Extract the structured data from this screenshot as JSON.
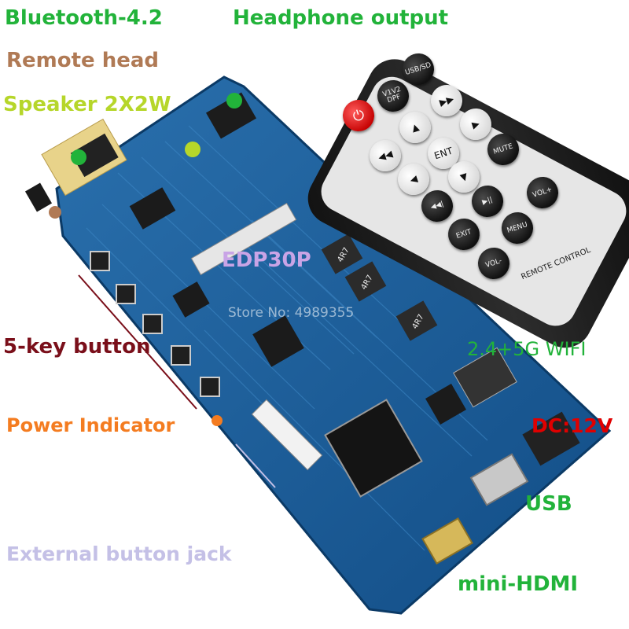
{
  "labels": {
    "bluetooth": "Bluetooth-4.2",
    "headphone": "Headphone output",
    "remote_head": "Remote head",
    "speaker": "Speaker 2X2W",
    "edp": "EDP30P",
    "store": "Store No: 4989355",
    "five_key": "5-key button",
    "wifi": "2.4+5G WIFI",
    "power_indicator": "Power Indicator",
    "dc": "DC:12V",
    "usb": "USB",
    "external_jack": "External button jack",
    "mini_hdmi": "mini-HDMI"
  },
  "board_marks": {
    "inductor_1": "4R7",
    "inductor_2": "4R7",
    "inductor_3": "4R7"
  },
  "remote": {
    "buttons": {
      "power": "⏻",
      "v1v2_dpf": "V1V2\nDPF",
      "usb_sd": "USB/SD",
      "rewind": "◀◀",
      "up": "▲",
      "forward": "▶▶",
      "ent": "ENT",
      "left": "◀",
      "down": "▼",
      "right": "▶",
      "mute": "MUTE",
      "prev": "◀◀|",
      "play_pause": "▶||",
      "vol_plus": "VOL+",
      "exit": "EXIT",
      "menu": "MENU",
      "vol_minus": "VOL-"
    },
    "brand_text": "REMOTE CONTROL"
  },
  "colors": {
    "green": "#22b33a",
    "brown": "#b07a55",
    "lime": "#b6d62a",
    "dark_red": "#7a0f1a",
    "orange": "#f47c20",
    "red": "#e00000",
    "lavender": "#c4c0e6",
    "board_blue": "#1a5c9a",
    "edp_purple": "#c9a4e6"
  }
}
